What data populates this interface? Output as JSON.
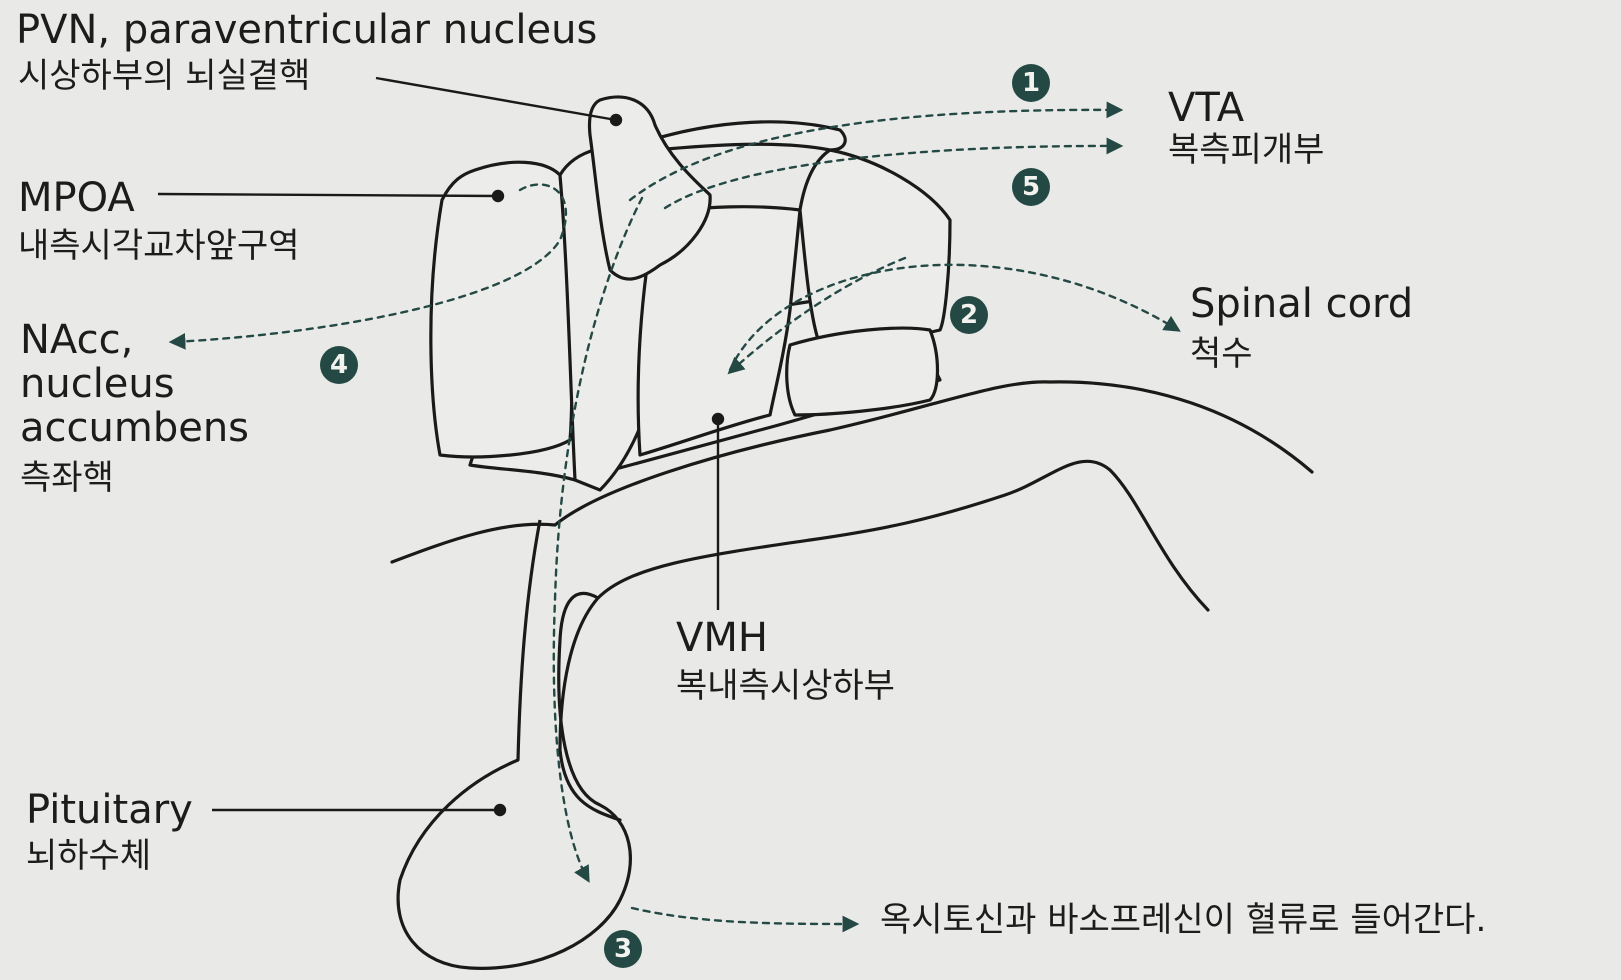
{
  "labels": {
    "pvn_en": "PVN, paraventricular nucleus",
    "pvn_ko": "시상하부의 뇌실곁핵",
    "mpoa_en": "MPOA",
    "mpoa_ko": "내측시각교차앞구역",
    "nacc_en_1": "NAcc,",
    "nacc_en_2": "nucleus",
    "nacc_en_3": "accumbens",
    "nacc_ko": "측좌핵",
    "vta_en": "VTA",
    "vta_ko": "복측피개부",
    "spinal_en": "Spinal cord",
    "spinal_ko": "척수",
    "vmh_en": "VMH",
    "vmh_ko": "복내측시상하부",
    "pit_en": "Pituitary",
    "pit_ko": "뇌하수체",
    "blood_text": "옥시토신과 바소프레신이 혈류로 들어간다."
  },
  "badges": {
    "b1": "1",
    "b2": "2",
    "b3": "3",
    "b4": "4",
    "b5": "5"
  },
  "colors": {
    "accent": "#244944",
    "line": "#1a1a1a",
    "background": "#e9e9e7"
  }
}
